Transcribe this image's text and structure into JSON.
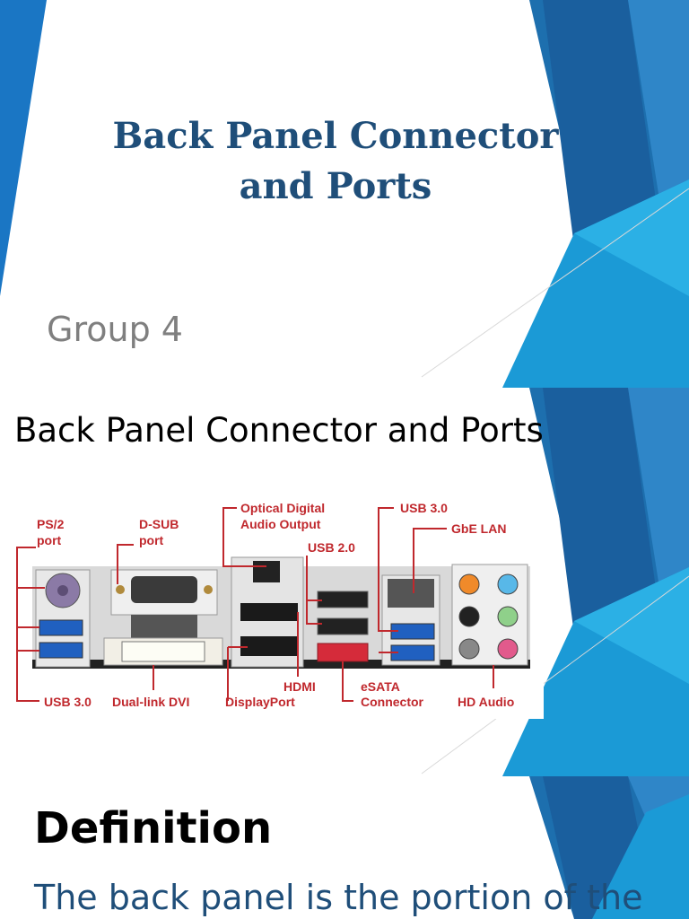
{
  "slides": [
    {
      "title_line1": "Back Panel Connector",
      "title_line2": "and Ports",
      "subtitle": "Group 4"
    },
    {
      "title": "Back Panel Connector and Ports",
      "diagram_labels": {
        "ps2_line1": "PS/2",
        "ps2_line2": "port",
        "dsub_line1": "D-SUB",
        "dsub_line2": "port",
        "optical_line1": "Optical Digital",
        "optical_line2": "Audio Output",
        "usb20": "USB 2.0",
        "usb30_top": "USB 3.0",
        "gbe_lan": "GbE LAN",
        "usb30_bottom": "USB 3.0",
        "dvi": "Dual-link DVI",
        "hdmi": "HDMI",
        "displayport": "DisplayPort",
        "esata_line1": "eSATA",
        "esata_line2": "Connector",
        "hd_audio": "HD Audio"
      }
    },
    {
      "title": "Definition",
      "text": "The back panel is the portion of the"
    }
  ],
  "colors": {
    "title_blue": "#1f4e79",
    "subtitle_gray": "#7f7f7f",
    "accent_blue": "#1a76c4",
    "label_red": "#c0282d"
  }
}
